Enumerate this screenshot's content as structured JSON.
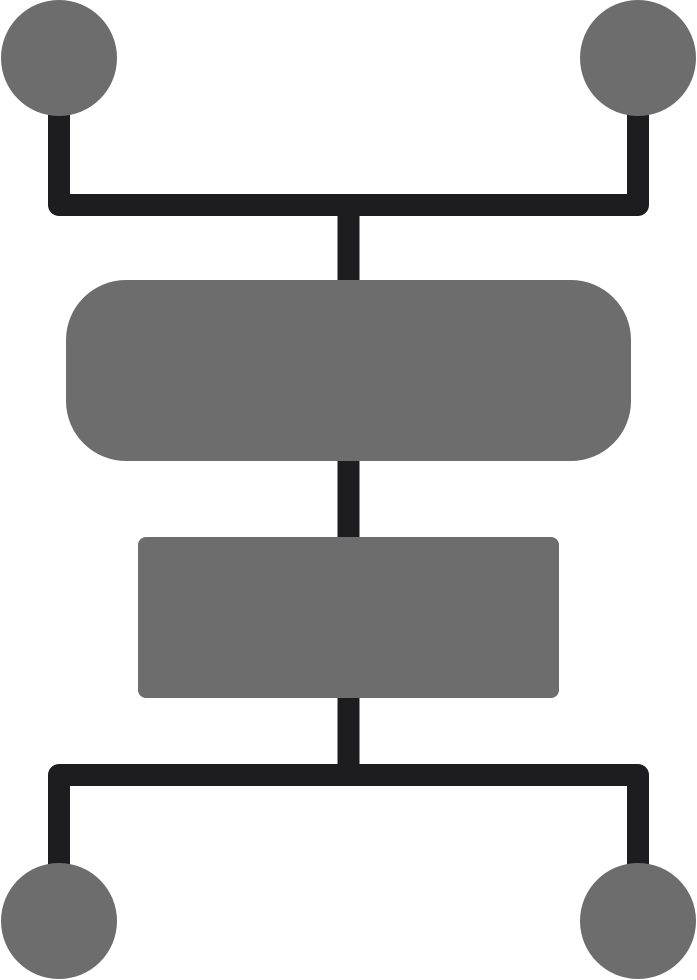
{
  "diagram": {
    "icon": "flowchart-icon",
    "colors": {
      "background": "#ffffff",
      "fill": "#6d6d6d",
      "stroke": "#1d1d1f"
    },
    "nodes": [
      {
        "id": "node-top-left",
        "shape": "circle"
      },
      {
        "id": "node-top-right",
        "shape": "circle"
      },
      {
        "id": "process-rounded",
        "shape": "rounded-rectangle"
      },
      {
        "id": "process-rect",
        "shape": "rectangle"
      },
      {
        "id": "node-bottom-left",
        "shape": "circle"
      },
      {
        "id": "node-bottom-right",
        "shape": "circle"
      }
    ],
    "edges": [
      {
        "from": "node-top-left",
        "to": "process-rounded"
      },
      {
        "from": "node-top-right",
        "to": "process-rounded"
      },
      {
        "from": "process-rounded",
        "to": "process-rect"
      },
      {
        "from": "process-rect",
        "to": "node-bottom-left"
      },
      {
        "from": "process-rect",
        "to": "node-bottom-right"
      }
    ]
  }
}
